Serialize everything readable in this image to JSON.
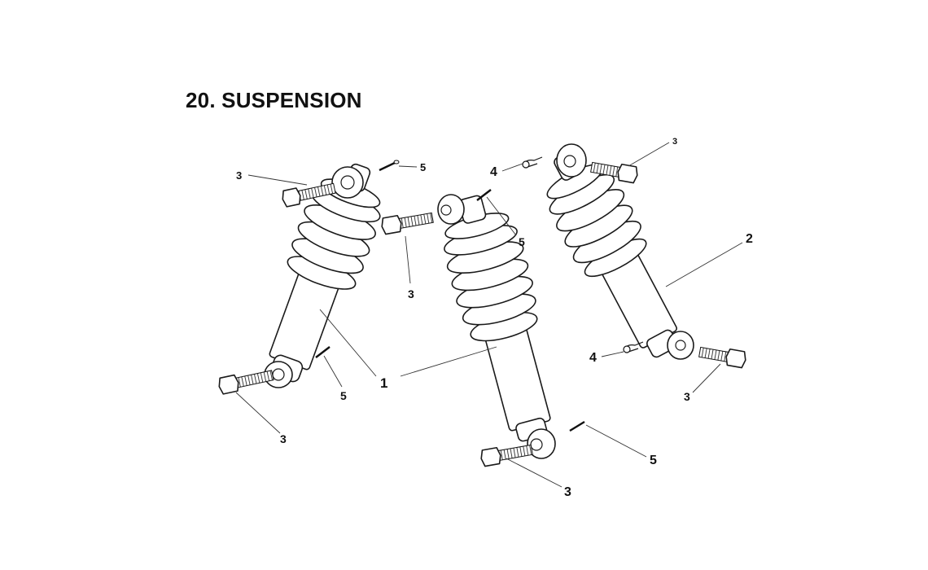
{
  "title": "20. SUSPENSION",
  "callouts": {
    "shock_absorber_center_left": "1",
    "shock_absorber_right": "2",
    "bolt": "3",
    "clip": "4",
    "pin": "5"
  }
}
